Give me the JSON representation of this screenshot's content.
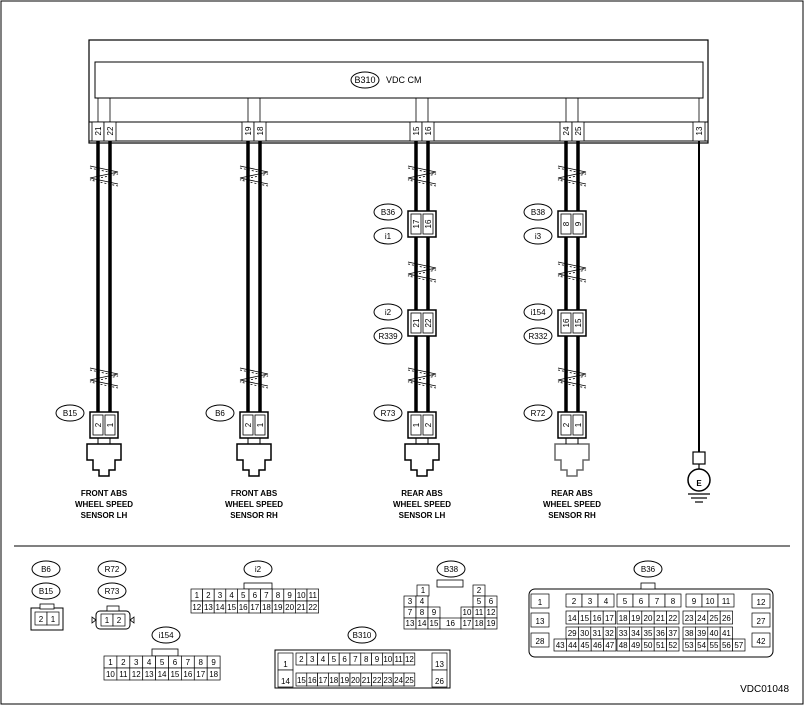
{
  "main_unit": {
    "code": "B310",
    "name": "VDC CM"
  },
  "unit_pins": [
    "21",
    "22",
    "19",
    "18",
    "15",
    "16",
    "24",
    "25",
    "13"
  ],
  "sensors": [
    {
      "name": [
        "FRONT ABS",
        "WHEEL SPEED",
        "SENSOR LH"
      ],
      "connector": "B15",
      "pins": [
        "2",
        "1"
      ]
    },
    {
      "name": [
        "FRONT ABS",
        "WHEEL SPEED",
        "SENSOR RH"
      ],
      "connector": "B6",
      "pins": [
        "2",
        "1"
      ]
    },
    {
      "name": [
        "REAR ABS",
        "WHEEL SPEED",
        "SENSOR LH"
      ],
      "connector": "R73",
      "pins": [
        "1",
        "2"
      ],
      "upper": {
        "a": "B36",
        "b": "i1",
        "pins": [
          "17",
          "16"
        ]
      },
      "lower": {
        "a": "i2",
        "b": "R339",
        "pins": [
          "21",
          "22"
        ]
      }
    },
    {
      "name": [
        "REAR ABS",
        "WHEEL SPEED",
        "SENSOR RH"
      ],
      "connector": "R72",
      "pins": [
        "2",
        "1"
      ],
      "upper": {
        "a": "B38",
        "b": "i3",
        "pins": [
          "8",
          "9"
        ]
      },
      "lower": {
        "a": "i154",
        "b": "R332",
        "pins": [
          "16",
          "15"
        ]
      }
    }
  ],
  "ground": "E",
  "legend": {
    "b6_b15": {
      "labels": [
        "B6",
        "B15"
      ],
      "pins": [
        "2",
        "1"
      ]
    },
    "r72_r73": {
      "labels": [
        "R72",
        "R73"
      ],
      "pins": [
        "1",
        "2"
      ]
    },
    "i2": {
      "label": "i2",
      "row1": [
        "1",
        "2",
        "3",
        "4",
        "5",
        "6",
        "7",
        "8",
        "9",
        "10",
        "11"
      ],
      "row2": [
        "12",
        "13",
        "14",
        "15",
        "16",
        "17",
        "18",
        "19",
        "20",
        "21",
        "22"
      ]
    },
    "i154": {
      "label": "i154",
      "row1": [
        "1",
        "2",
        "3",
        "4",
        "5",
        "6",
        "7",
        "8",
        "9"
      ],
      "row2": [
        "10",
        "11",
        "12",
        "13",
        "14",
        "15",
        "16",
        "17",
        "18"
      ]
    },
    "b38": {
      "label": "B38",
      "cells": [
        "1",
        "2",
        "3",
        "4",
        "5",
        "6",
        "7",
        "8",
        "9",
        "10",
        "11",
        "12",
        "13",
        "14",
        "15",
        "16",
        "17",
        "18",
        "19"
      ]
    },
    "b310": {
      "label": "B310",
      "row1": [
        "1",
        "2",
        "3",
        "4",
        "5",
        "6",
        "7",
        "8",
        "9",
        "10",
        "11",
        "12",
        "13"
      ],
      "row2": [
        "14",
        "15",
        "16",
        "17",
        "18",
        "19",
        "20",
        "21",
        "22",
        "23",
        "24",
        "25",
        "26"
      ]
    },
    "b36": {
      "label": "B36",
      "left": [
        "1",
        "13",
        "28"
      ],
      "g1": [
        "2",
        "3",
        "4"
      ],
      "g2": [
        "5",
        "6",
        "7",
        "8"
      ],
      "g3": [
        "9",
        "10",
        "11"
      ],
      "r2a": [
        "14",
        "15",
        "16",
        "17"
      ],
      "r2b": [
        "18",
        "19",
        "20",
        "21",
        "22"
      ],
      "r2c": [
        "23",
        "24",
        "25",
        "26"
      ],
      "r3a": [
        "29",
        "30",
        "31",
        "32"
      ],
      "r3b": [
        "33",
        "34",
        "35",
        "36",
        "37"
      ],
      "r3c": [
        "38",
        "39",
        "40",
        "41"
      ],
      "r4a": [
        "43",
        "44",
        "45",
        "46",
        "47"
      ],
      "r4b": [
        "48",
        "49",
        "50",
        "51",
        "52"
      ],
      "r4c": [
        "53",
        "54",
        "55",
        "56",
        "57"
      ],
      "right": [
        "12",
        "27",
        "42"
      ]
    }
  },
  "doc_id": "VDC01048"
}
